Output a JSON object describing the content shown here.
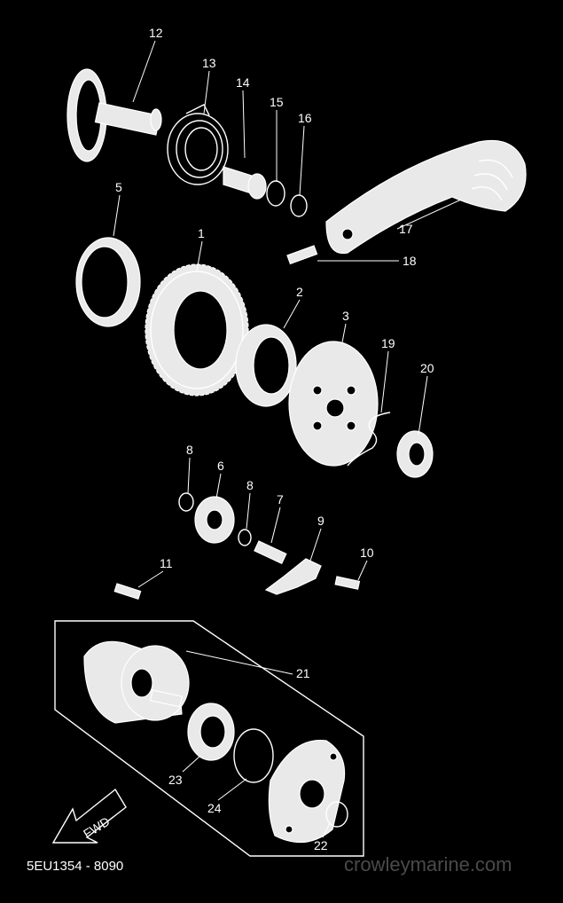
{
  "diagram": {
    "labels": [
      "1",
      "2",
      "3",
      "5",
      "6",
      "7",
      "8",
      "8",
      "9",
      "10",
      "11",
      "12",
      "13",
      "14",
      "15",
      "16",
      "17",
      "18",
      "19",
      "20",
      "21",
      "22",
      "23",
      "24"
    ],
    "direction_label": "FWD",
    "footer_code": "5EU1354 - 8090",
    "watermark": "crowleymarine.com"
  }
}
